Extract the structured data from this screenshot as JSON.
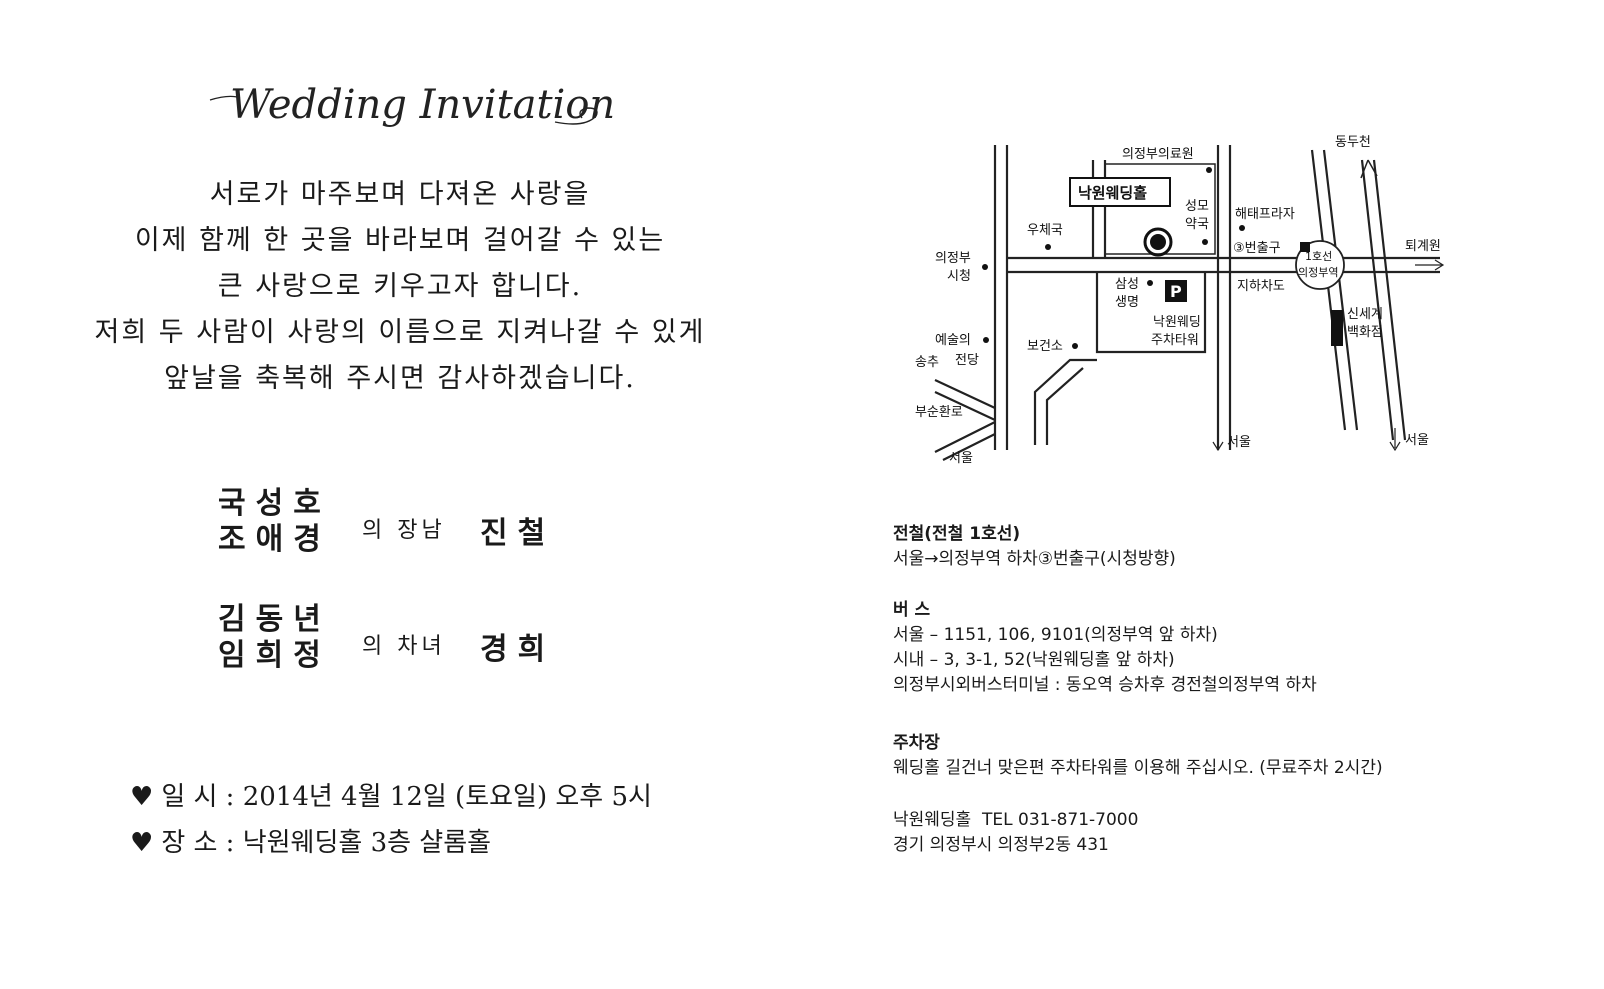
{
  "invitation": {
    "script_title": "Wedding Invitation",
    "poem_lines": [
      "서로가 마주보며 다져온 사랑을",
      "이제 함께 한 곳을 바라보며 걸어갈 수 있는",
      "큰 사랑으로 키우고자 합니다.",
      "저희 두 사람이 사랑의 이름으로 지켜나갈 수 있게",
      "앞날을 축복해 주시면 감사하겠습니다."
    ],
    "groom": {
      "father": "국성호",
      "mother": "조애경",
      "relation": "의 장남",
      "name": "진철"
    },
    "bride": {
      "father": "김동년",
      "mother": "임희정",
      "relation": "의 차녀",
      "name": "경희"
    },
    "datetime_line": "일 시 : 2014년 4월 12일 (토요일) 오후 5시",
    "place_line": "장 소 : 낙원웨딩홀 3층 샬롬홀",
    "heart": "♥"
  },
  "map": {
    "labels": {
      "hospital": "의정부의료원",
      "venue": "낙원웨딩홀",
      "post_office": "우체국",
      "pharmacy_1": "성모",
      "pharmacy_2": "약국",
      "city_hall_1": "의정부",
      "city_hall_2": "시청",
      "samsung_1": "삼성",
      "samsung_2": "생명",
      "parking_mark": "P",
      "parking_tower_1": "낙원웨딩",
      "parking_tower_2": "주차타워",
      "arts_center_1": "예술의",
      "arts_center_2": "전당",
      "songchu": "송추",
      "health_center": "보건소",
      "seobu": "서부순환로",
      "seoul_1": "서울",
      "seoul_2": "서울",
      "seoul_3": "서울",
      "haetae": "해태프라자",
      "exit3": "③번출구",
      "underpass": "지하차도",
      "station_1": "1호선",
      "station_2": "의정부역",
      "dongducheon": "동두천",
      "toegyewon": "퇴계원",
      "shinsegae_1": "신세계",
      "shinsegae_2": "백화점"
    }
  },
  "directions": {
    "subway_heading": "전철(전철 1호선)",
    "subway_line": "서울→의정부역 하차③번출구(시청방향)",
    "bus_heading": "버 스",
    "bus_lines": [
      "서울 – 1151, 106, 9101(의정부역 앞 하차)",
      "시내 – 3, 3-1, 52(낙원웨딩홀 앞 하차)",
      "의정부시외버스터미널 : 동오역 승차후 경전철의정부역 하차"
    ],
    "parking_heading": "주차장",
    "parking_line": "웨딩홀 길건너 맞은편 주차타워를 이용해 주십시오. (무료주차 2시간)",
    "venue_name": "낙원웨딩홀",
    "tel": "TEL 031-871-7000",
    "address": "경기 의정부시 의정부2동 431"
  }
}
